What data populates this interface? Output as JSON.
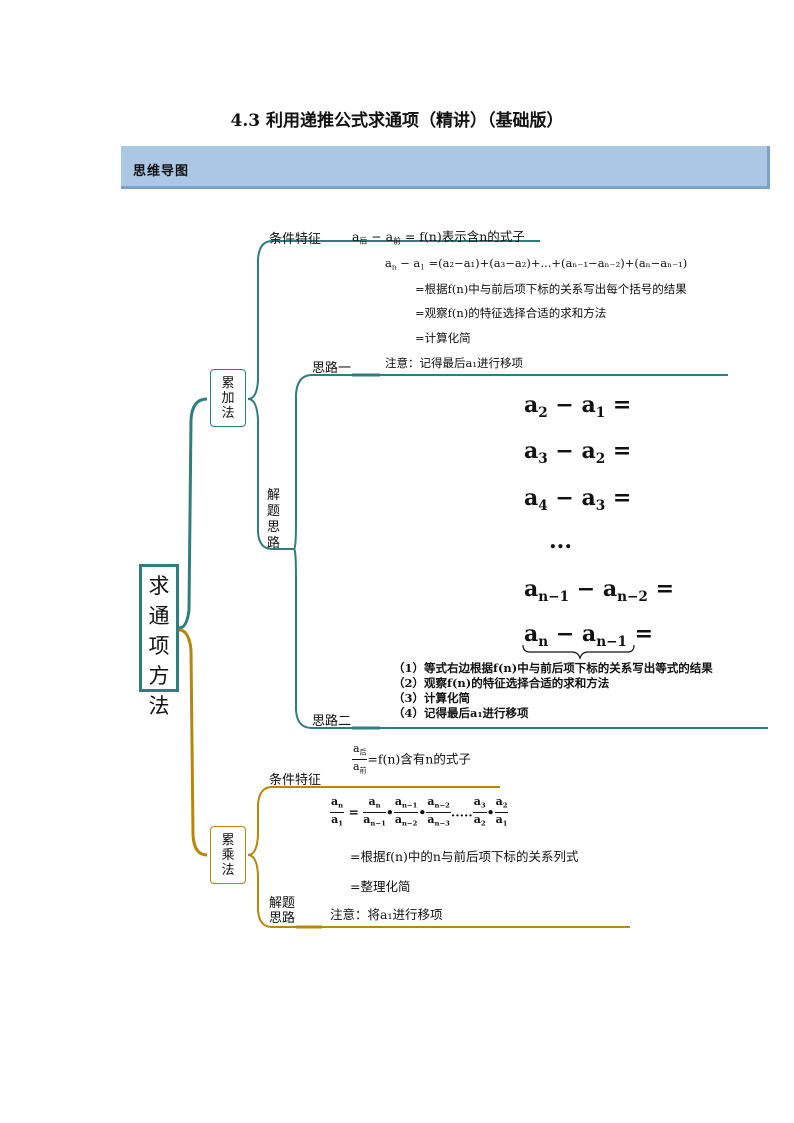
{
  "page_title": "4.3 利用递推公式求通项（精讲）（基础版）",
  "banner": "思维导图",
  "root": "求通项方法",
  "colors": {
    "teal": "#2f7e7e",
    "gold": "#b8860b",
    "banner_bg": "#aac7e4"
  },
  "add_method": {
    "label": "累加法",
    "condition": {
      "label": "条件特征",
      "text": "表示含n的式子"
    },
    "solve_label": "解题思路",
    "idea1": {
      "label": "思路一",
      "sum_text": "=(a₂−a₁)+(a₃−a₂)+...+(aₙ₋₁−aₙ₋₂)+(aₙ−aₙ₋₁)",
      "step1": "=根据f(n)中与前后项下标的关系写出每个括号的结果",
      "step2": "=观察f(n)的特征选择合适的求和方法",
      "step3": "=计算化简",
      "note": "注意：记得最后a₁进行移项"
    },
    "idea2": {
      "label": "思路二",
      "dots": "...",
      "steps": [
        "（1）等式右边根据f(n)中与前后项下标的关系写出等式的结果",
        "（2）观察f(n)的特征选择合适的求和方法",
        "（3）计算化简",
        "（4）记得最后a₁进行移项"
      ]
    }
  },
  "mul_method": {
    "label": "累乘法",
    "condition": {
      "label": "条件特征",
      "text": "=f(n)含有n的式子"
    },
    "solve_label": "解题思路",
    "step1": "=根据f(n)中的n与前后项下标的关系列式",
    "step2": "=整理化简",
    "note": "注意：将a₁进行移项"
  }
}
